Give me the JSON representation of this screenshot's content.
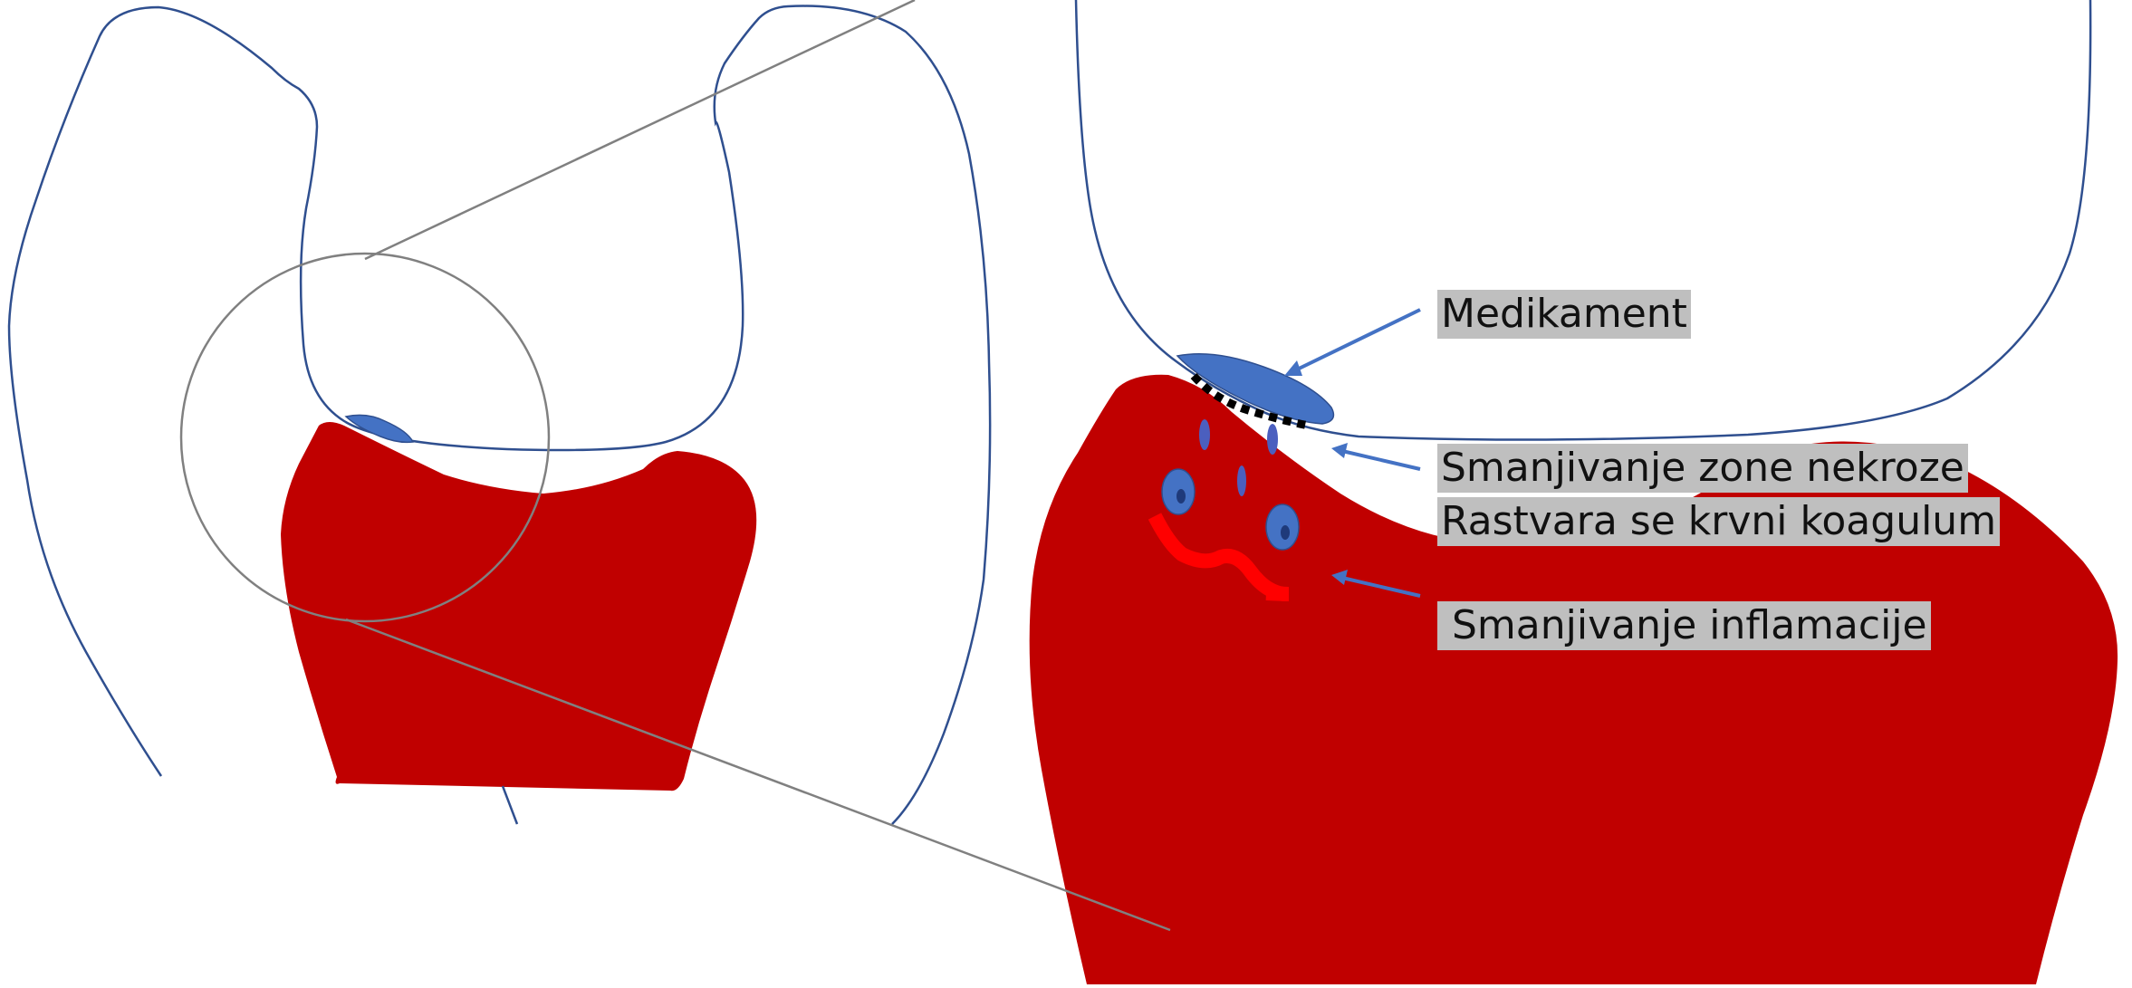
{
  "labels": {
    "medikament": "Medikament",
    "nekroza": "Smanjivanje zone nekroze",
    "koagulum": "Rastvara se krvni koagulum",
    "inflamacija": "Smanjivanje  inflamacije"
  },
  "colors": {
    "tooth_outline": "#2f4f8f",
    "pulp_red": "#c00000",
    "medicament_blue": "#4472c4",
    "arrow_blue": "#4472c4",
    "zoom_circle_gray": "#808080",
    "label_background": "#bfbfbf",
    "necrosis_dots": "#000000",
    "inflammation_red": "#ff0000"
  }
}
